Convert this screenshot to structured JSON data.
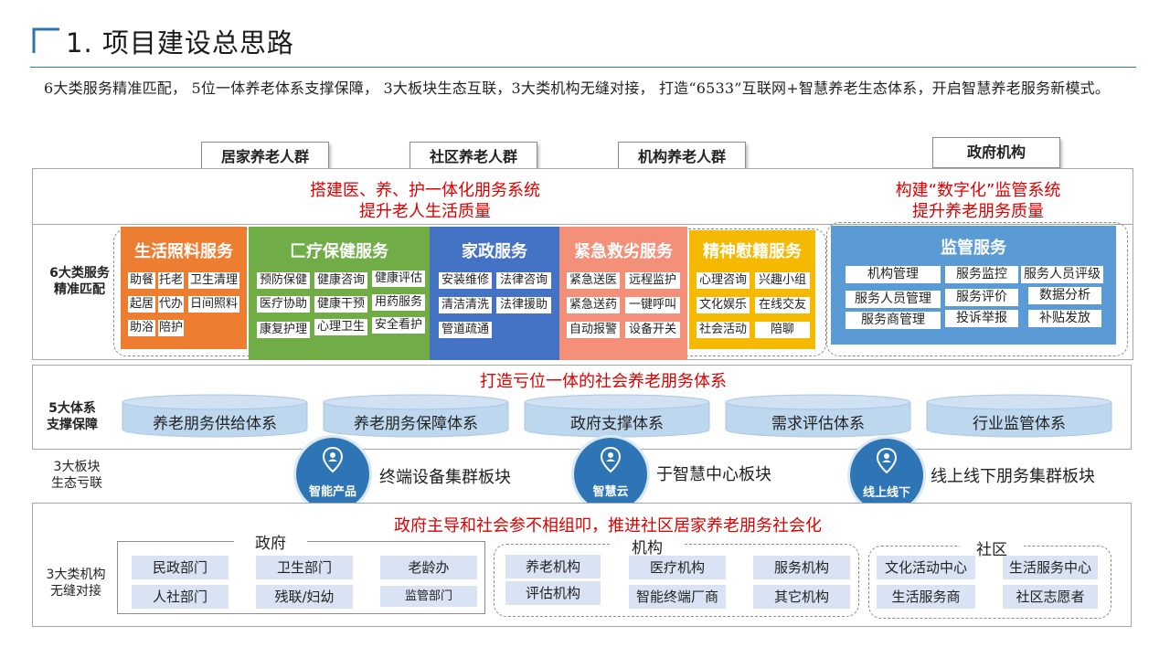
{
  "header": {
    "title": "1. 项目建设总思路",
    "intro": "6大类服务精准匹配， 5位一体养老体系支撑保障， 3大板块生态互联，3大类机构无缝对接， 打造“6533”互联网+智慧养老生态体系，开启智慧养老服务新模式。"
  },
  "tabs": [
    "居家养老人群",
    "社区养老人群",
    "机构养老人群",
    "政府机构"
  ],
  "band1": {
    "left_line1": "搭建医、养、护一体化朋务系统",
    "left_line2": "提升老人生活质量",
    "right_line1": "构建“数字化”监管系统",
    "right_line2": "提升养老朋务质量"
  },
  "band2": {
    "side_line1": "6大类服务",
    "side_line2": "精准匹配",
    "services": [
      {
        "title": "生活照料服务",
        "color": "#ed7d31",
        "rows": [
          [
            "助餐",
            "托老",
            "卫生清理"
          ],
          [
            "起居",
            "代办",
            "日间照料"
          ],
          [
            "助浴",
            "陪护"
          ]
        ]
      },
      {
        "title": "匚疗保健服务",
        "color": "#70ad47",
        "rows": [
          [
            "预防保健",
            "健康咨询",
            "健康评估"
          ],
          [
            "医疗协助",
            "健康干预",
            "用药服务"
          ],
          [
            "康复护理",
            "心理卫生",
            "安全看护"
          ]
        ]
      },
      {
        "title": "家政服务",
        "color": "#4472c4",
        "rows": [
          [
            "安装维修",
            "法律咨询"
          ],
          [
            "清洁清洗",
            "法律援助"
          ],
          [
            "管道疏通"
          ]
        ]
      },
      {
        "title": "紧急救劣服务",
        "color": "#f4907a",
        "rows": [
          [
            "紧急送医",
            "远程监护"
          ],
          [
            "紧急送药",
            "一键呼叫"
          ],
          [
            "自动报警",
            "设备开关"
          ]
        ]
      },
      {
        "title": "精神慰籍服务",
        "color": "#f5b900",
        "rows": [
          [
            "心理咨询",
            "兴趣小组"
          ],
          [
            "文化娱乐",
            "在线交友"
          ],
          [
            "社会活动",
            "陪聊"
          ]
        ]
      }
    ],
    "supervision": {
      "title": "监管服务",
      "items": [
        "机构管理",
        "服务监控",
        "服务人员评级",
        "服务人员管理",
        "服务评价",
        "数据分析",
        "服务商管理",
        "投诉举报",
        "补贴发放"
      ]
    }
  },
  "band3": {
    "side_line1": "5大体系",
    "side_line2": "支撑保障",
    "headline": "打造亏位一体的社会养老朋务体系",
    "systems": [
      "养老朋务供给体系",
      "养老朋务保障体系",
      "政府支撑体系",
      "需求评估体系",
      "行业监管体系"
    ]
  },
  "band4": {
    "side_line1": "3大板块",
    "side_line2": "生态亏联",
    "modules": [
      {
        "badge": "智能产品",
        "label": "终端设备集群板块"
      },
      {
        "badge": "智慧云",
        "label": "于智慧中心板块"
      },
      {
        "badge": "线上线下",
        "label": "线上线下朋务集群板块"
      }
    ]
  },
  "band5": {
    "side_line1": "3大类机构",
    "side_line2": "无缝对接",
    "headline": "政府主导和社会参不相组叩，推进社区居家养老朋务社会化",
    "groups": [
      {
        "title": "政府",
        "items": [
          "民政部门",
          "卫生部门",
          "老龄办",
          "人社部门",
          "残联/妇幼",
          "监管部门"
        ]
      },
      {
        "title": "机构",
        "items": [
          "养老机构",
          "医疗机构",
          "服务机构",
          "评估机构",
          "智能终端厂商",
          "其它机构"
        ]
      },
      {
        "title": "社区",
        "items": [
          "文化活动中心",
          "生活服务中心",
          "生活服务商",
          "社区志愿者"
        ]
      }
    ]
  },
  "colors": {
    "accent": "#2e75b6",
    "cylinder": "#bdd7ee",
    "badge": "#2e75b6",
    "org_box": "#dae3f3",
    "supervision": "#5b9bd5"
  }
}
